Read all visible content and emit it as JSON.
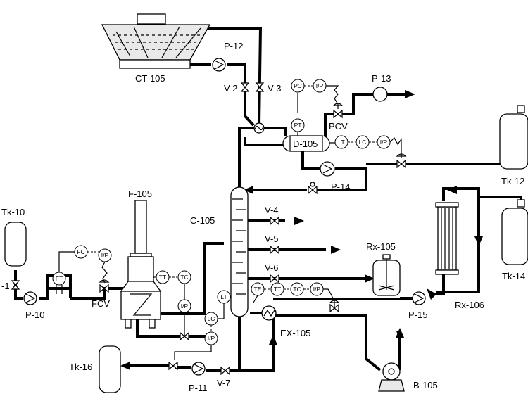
{
  "labels": {
    "ct105": "CT-105",
    "p12": "P-12",
    "v2": "V-2",
    "v3": "V-3",
    "p13": "P-13",
    "pcv": "PCV",
    "d105": "D-105",
    "tk12": "Tk-12",
    "p14": "P-14",
    "f105": "F-105",
    "c105": "C-105",
    "v4": "V-4",
    "v5": "V-5",
    "v6": "V-6",
    "rx105": "Rx-105",
    "tk14": "Tk-14",
    "rx106": "Rx-106",
    "p15": "P-15",
    "tk10": "Tk-10",
    "v1": "-1",
    "p10": "P-10",
    "fcv": "FCV",
    "tk16": "Tk-16",
    "p11": "P-11",
    "v7": "V-7",
    "ex105": "EX-105",
    "b105": "B-105"
  },
  "instruments": {
    "pc": "PC",
    "ip_top": "I/P",
    "pt": "PT",
    "lt_d": "LT",
    "lc_d": "LC",
    "ip_d": "I/P",
    "fc": "FC",
    "ip_fcv": "I/P",
    "ft": "FT",
    "tt_f": "TT",
    "tc_f": "TC",
    "ip_f": "I/P",
    "lt_c": "LT",
    "lc_c": "LC",
    "ip_c": "I/P",
    "te": "TE",
    "tt_ex": "TT",
    "tc_ex": "TC",
    "ip_ex": "I/P"
  }
}
